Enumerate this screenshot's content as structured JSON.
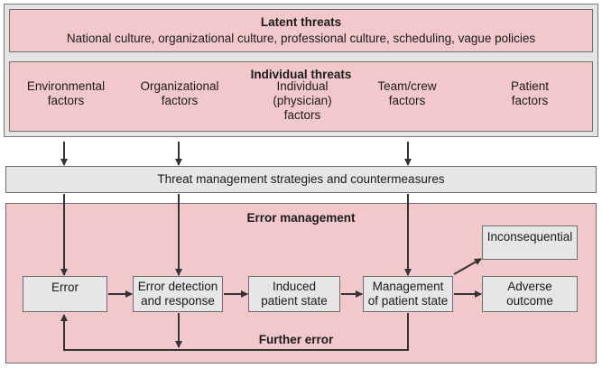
{
  "latent": {
    "title": "Latent threats",
    "text": "National culture, organizational culture, professional culture, scheduling, vague policies"
  },
  "individual": {
    "title": "Individual threats",
    "factors": [
      "Environmental\nfactors",
      "Organizational\nfactors",
      "Individual\n(physician)\nfactors",
      "Team/crew\nfactors",
      "Patient\nfactors"
    ]
  },
  "strategies": {
    "label": "Threat management strategies and countermeasures"
  },
  "error_management": {
    "title": "Error management",
    "further_error": "Further error",
    "nodes": {
      "error": "Error",
      "detection": "Error detection\nand response",
      "induced": "Induced\npatient state",
      "management": "Management\nof patient state",
      "inconsequential": "Inconsequential",
      "adverse": "Adverse\noutcome"
    }
  },
  "colors": {
    "pink": "#f2c8cc",
    "gray": "#e6e6e6",
    "line": "#333333"
  }
}
